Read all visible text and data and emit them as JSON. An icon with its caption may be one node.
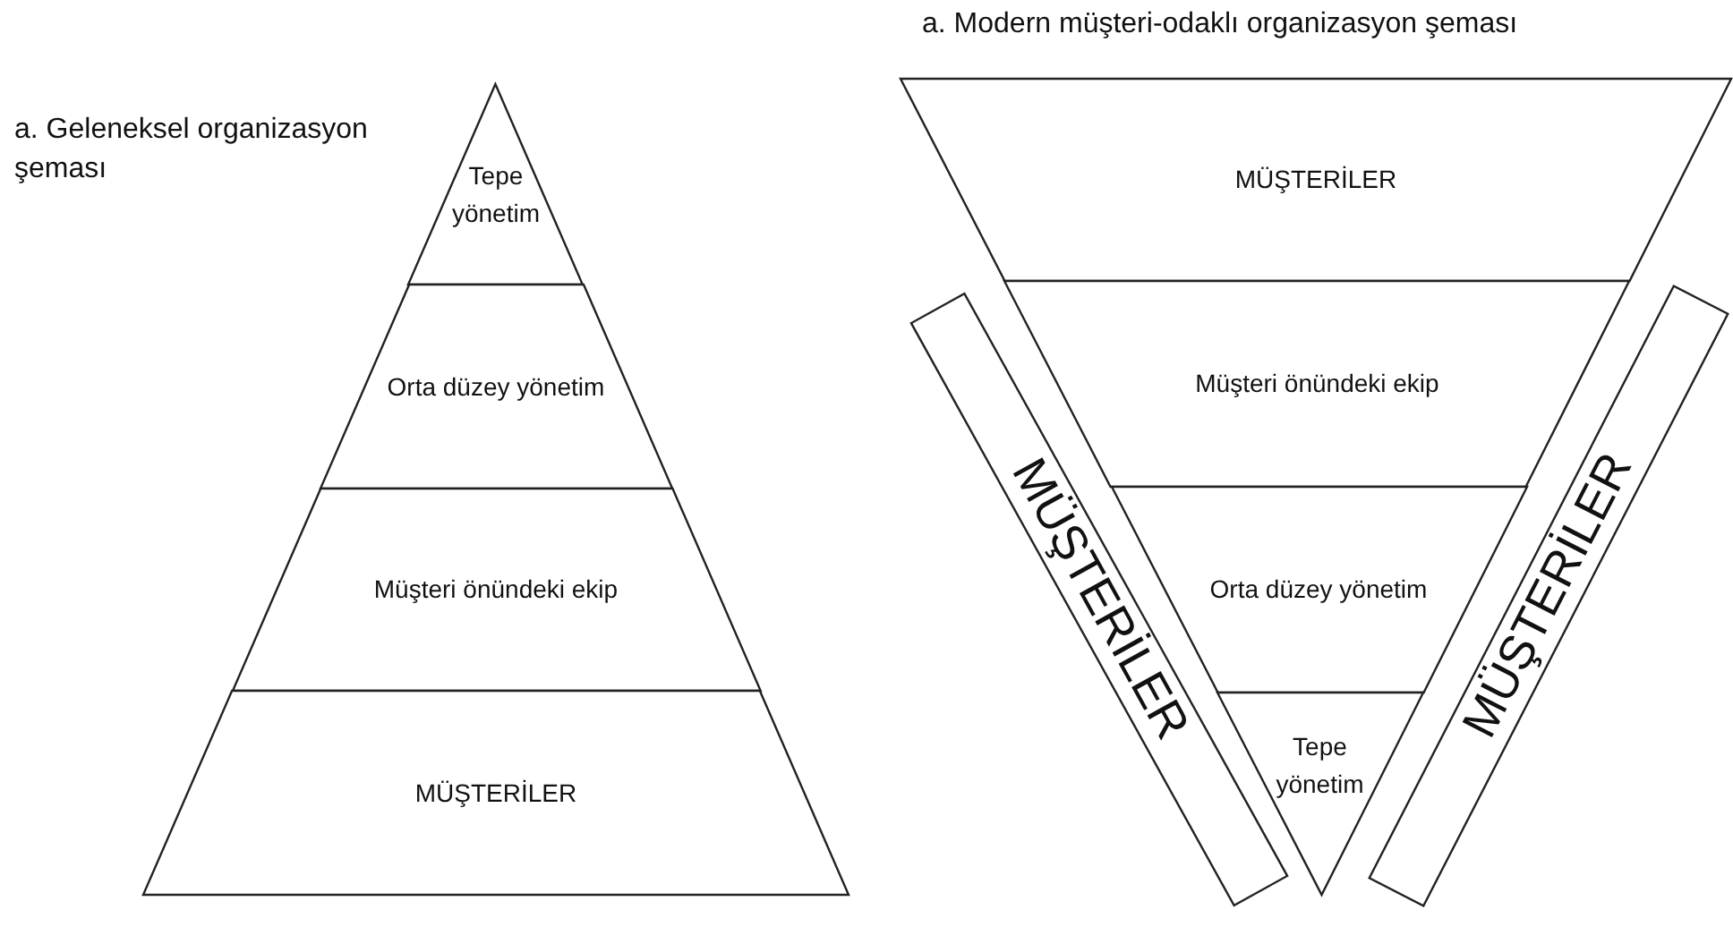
{
  "diagram": {
    "nodes": [
      {
        "text": [
          "Tepe yönetim"
        ]
      },
      {
        "text": [
          "Orta düzey yönetim"
        ]
      },
      {
        "text": [
          "Müşteri önündeki ekip"
        ]
      },
      {
        "text": [
          "MÜŞTERİLER"
        ]
      },
      {
        "text": [
          "MÜŞTERİLER"
        ]
      },
      {
        "text": [
          "Müşteri önündeki ekip"
        ]
      },
      {
        "text": [
          "Orta düzey yönetim"
        ]
      },
      {
        "text": [
          "Tepe yönetim"
        ]
      },
      {
        "text": [
          "MÜŞTERİLER"
        ]
      },
      {
        "text": [
          "MÜŞTERİLER"
        ]
      }
    ],
    "labels": [
      "a. Geleneksel organizasyon şeması",
      "a. Modern müşteri-odaklı organizasyon şeması"
    ]
  }
}
